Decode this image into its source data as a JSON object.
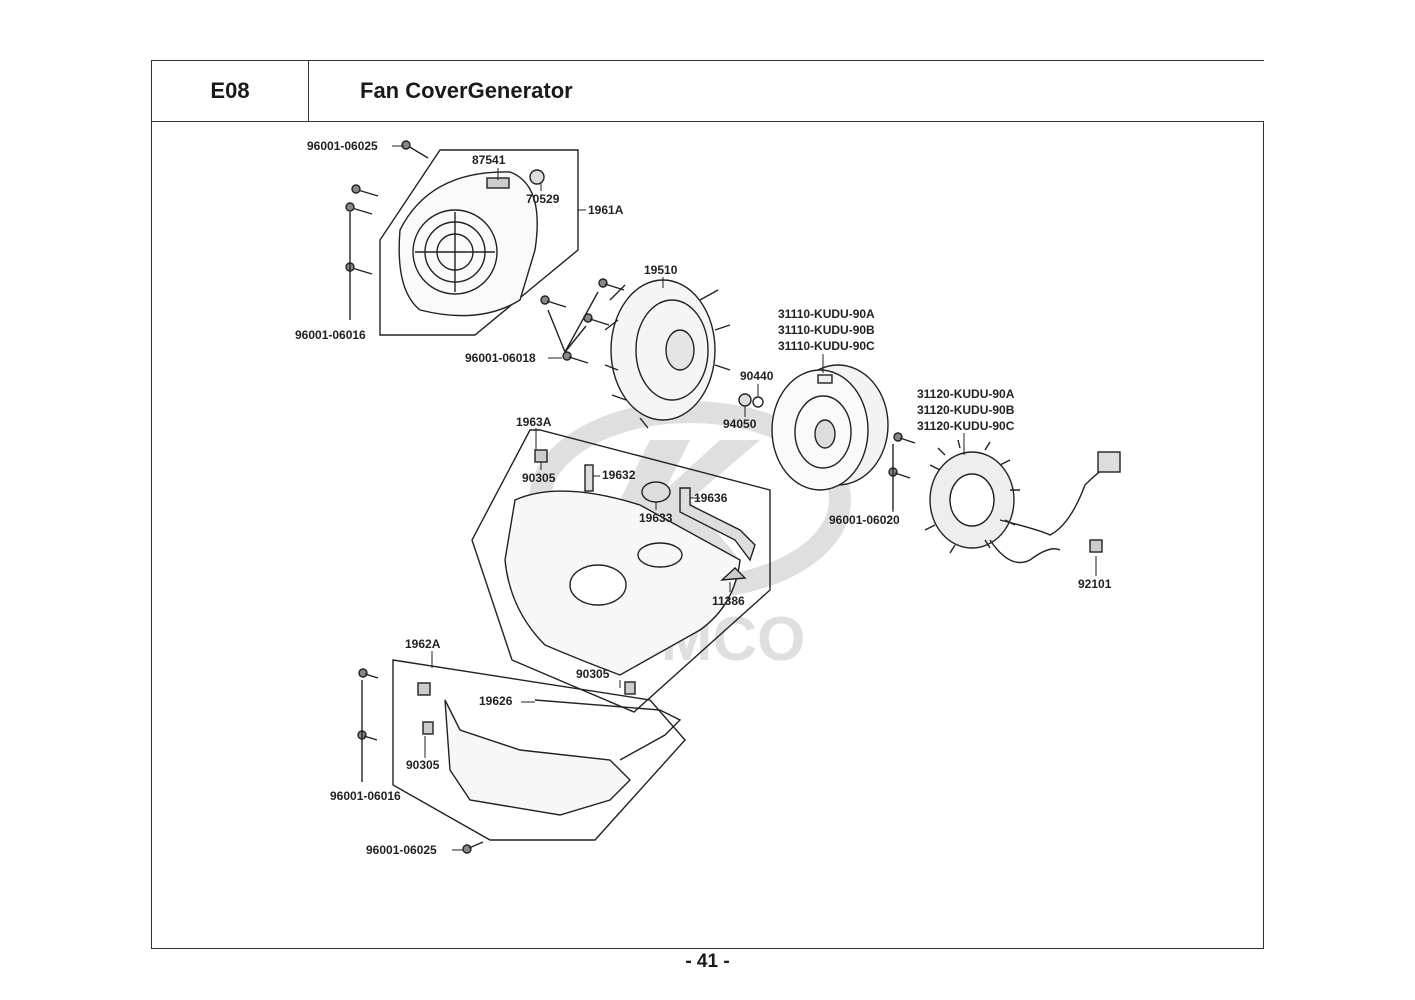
{
  "header": {
    "code": "E08",
    "title": "Fan CoverGenerator"
  },
  "watermark": {
    "text": "KYMCO"
  },
  "part_labels": [
    "96001-06025",
    "87541",
    "70529",
    "1961A",
    "96001-06016",
    "19510",
    "96001-06018",
    "31110-KUDU-90A",
    "31110-KUDU-90B",
    "31110-KUDU-90C",
    "90440",
    "94050",
    "31120-KUDU-90A",
    "31120-KUDU-90B",
    "31120-KUDU-90C",
    "1963A",
    "90305",
    "19632",
    "19636",
    "19633",
    "11386",
    "96001-06020",
    "92101",
    "90305",
    "1962A",
    "19626",
    "90305",
    "96001-06016",
    "96001-06025"
  ],
  "footer": {
    "page": "- 41 -"
  }
}
